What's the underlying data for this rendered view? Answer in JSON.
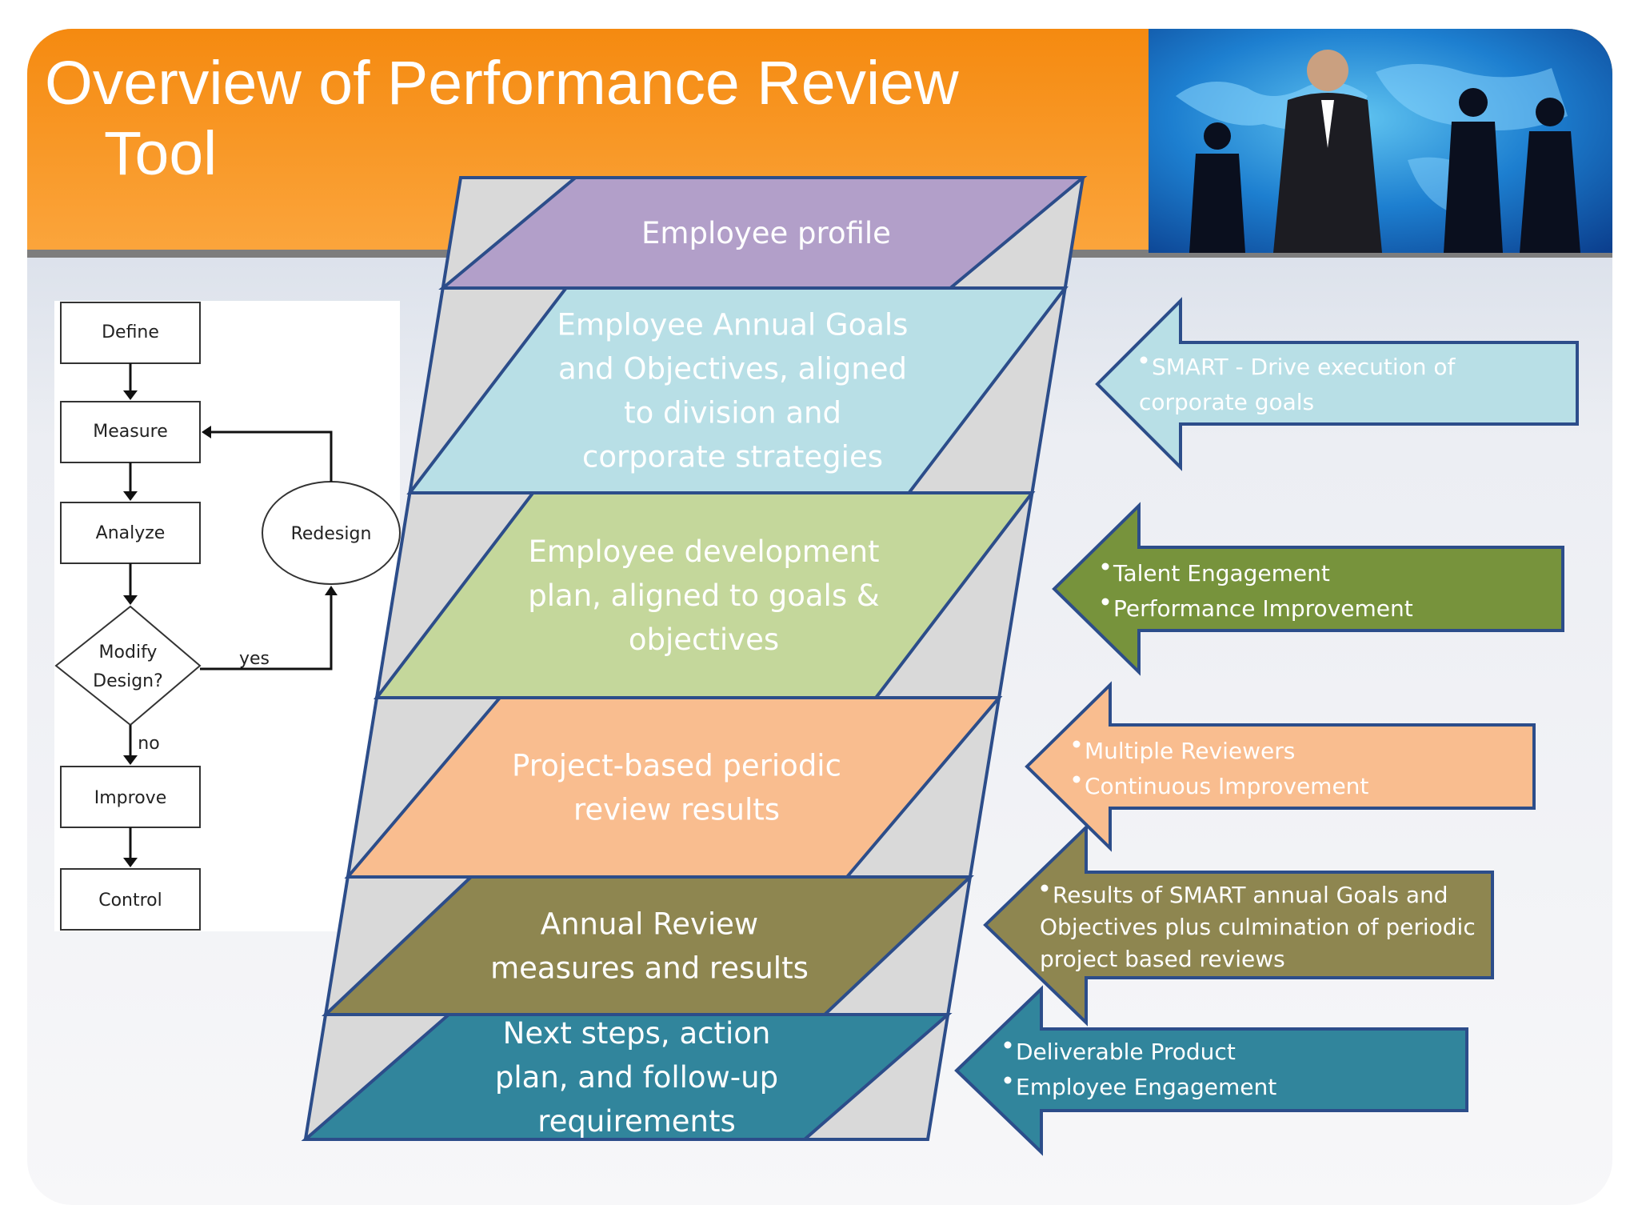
{
  "title": {
    "line1": "Overview of Performance Review",
    "line2": "Tool"
  },
  "flowchart": {
    "define": "Define",
    "measure": "Measure",
    "analyze": "Analyze",
    "modify_line1": "Modify",
    "modify_line2": "Design?",
    "improve": "Improve",
    "control": "Control",
    "redesign": "Redesign",
    "yes": "yes",
    "no": "no"
  },
  "layers": [
    {
      "lines": [
        "Employee profile"
      ],
      "color": "#b29fc9"
    },
    {
      "lines": [
        "Employee Annual Goals",
        "and Objectives, aligned",
        "to division and",
        "corporate strategies"
      ],
      "color": "#b8dfe6"
    },
    {
      "lines": [
        "Employee development",
        "plan, aligned to goals &",
        "objectives"
      ],
      "color": "#c4d79b"
    },
    {
      "lines": [
        "Project-based periodic",
        "review results"
      ],
      "color": "#f9bd8f"
    },
    {
      "lines": [
        "Annual Review",
        "measures and results"
      ],
      "color": "#8e8650"
    },
    {
      "lines": [
        "Next steps, action",
        "plan, and follow-up",
        "requirements"
      ],
      "color": "#31859c"
    }
  ],
  "arrows": [
    {
      "bullets": [
        "SMART  - Drive execution of",
        "corporate goals"
      ],
      "color": "#b8dfe6"
    },
    {
      "bullets": [
        "Talent Engagement",
        "Performance Improvement"
      ],
      "color": "#77933c"
    },
    {
      "bullets": [
        "Multiple Reviewers",
        "Continuous Improvement"
      ],
      "color": "#f9bd8f"
    },
    {
      "bullets": [
        "Results of SMART annual Goals and",
        "Objectives plus culmination of periodic",
        "project based reviews"
      ],
      "color": "#8e8650"
    },
    {
      "bullets": [
        "Deliverable Product",
        "Employee Engagement"
      ],
      "color": "#31859c"
    }
  ],
  "colors": {
    "header_orange": "#f7931e",
    "outline_blue": "#2c4d8a",
    "band_gray": "#d9d9d9"
  },
  "icons": {
    "header_photo": "businessman-silhouettes-world-map"
  }
}
